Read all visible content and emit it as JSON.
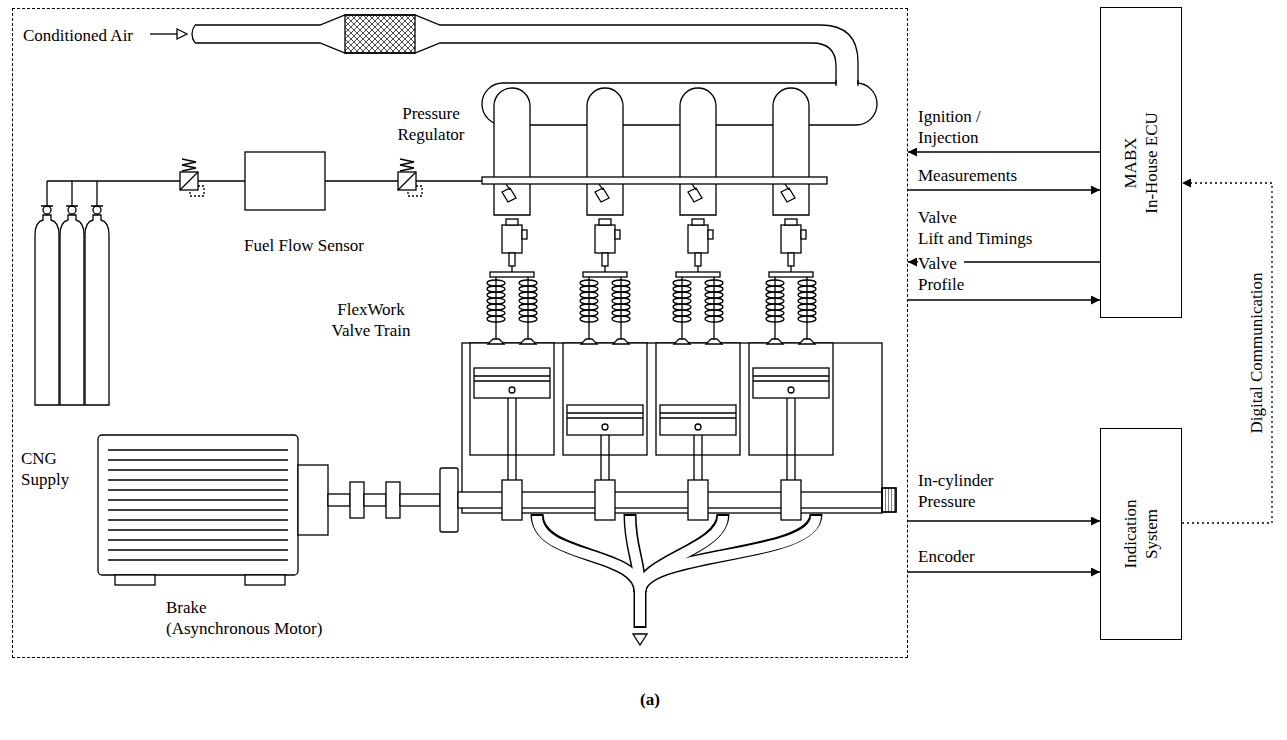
{
  "diagram": {
    "caption": "(a)",
    "nodes": [
      {
        "text": [
          "Conditioned Air",
          "Pressure Regulator",
          "Fuel Flow Sensor",
          "FlexWork Valve Train",
          "CNG Supply",
          "Brake (Asynchronous Motor)"
        ]
      },
      {
        "text": [
          "MABX In-House ECU"
        ]
      },
      {
        "text": [
          "Indication System"
        ]
      }
    ],
    "edges": [
      {
        "from": 1,
        "to": 0,
        "arrow": "to",
        "label": "Ignition / Injection"
      },
      {
        "from": 0,
        "to": 1,
        "arrow": "to",
        "label": "Measurements"
      },
      {
        "from": 1,
        "to": 0,
        "arrow": "to",
        "label": "Valve Lift and Timings"
      },
      {
        "from": 0,
        "to": 1,
        "arrow": "to",
        "label": "Valve Profile"
      },
      {
        "from": 0,
        "to": 2,
        "arrow": "to",
        "label": "In-cylinder Pressure"
      },
      {
        "from": 0,
        "to": 2,
        "arrow": "to",
        "label": "Encoder"
      },
      {
        "from": 2,
        "to": 1,
        "arrow": "to",
        "label": "Digital Communication"
      }
    ]
  }
}
